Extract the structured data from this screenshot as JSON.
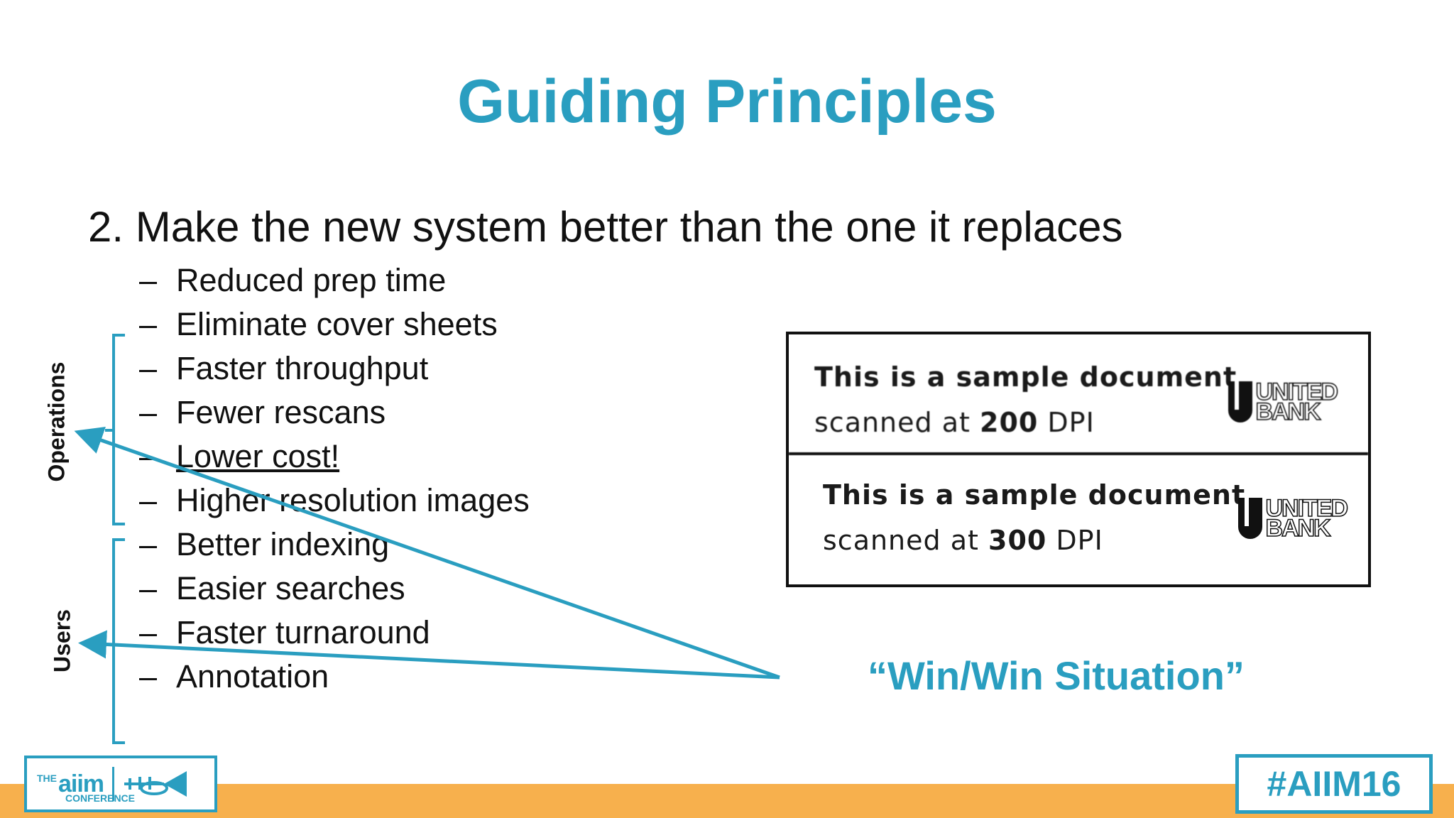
{
  "slide": {
    "title": "Guiding Principles",
    "heading": "2. Make the new system better than the one it replaces",
    "bullet_marker": "–",
    "bullets": [
      "Reduced prep time",
      "Eliminate cover sheets",
      "Faster throughput",
      "Fewer rescans",
      "Lower cost!",
      "Higher resolution images",
      "Better indexing",
      "Easier searches",
      "Faster turnaround",
      "Annotation"
    ],
    "group_labels": {
      "operations": "Operations",
      "users": "Users"
    },
    "callout": "“Win/Win Situation”",
    "accent_color": "#2a9ec0",
    "footer_bar_color": "#f7b04d"
  },
  "sample_scans": [
    {
      "line1": "This is a sample document",
      "line2_prefix": "scanned at ",
      "dpi": "200",
      "line2_suffix": " DPI",
      "logo_top": "UNITED",
      "logo_bottom": "BANK"
    },
    {
      "line1": "This is a sample document",
      "line2_prefix": "scanned at ",
      "dpi": "300",
      "line2_suffix": " DPI",
      "logo_top": "UNITED",
      "logo_bottom": "BANK"
    }
  ],
  "footer": {
    "logo_the": "THE",
    "logo_brand": "aiim",
    "logo_conference": "CONFERENCE",
    "hashtag": "#AIIM16"
  }
}
